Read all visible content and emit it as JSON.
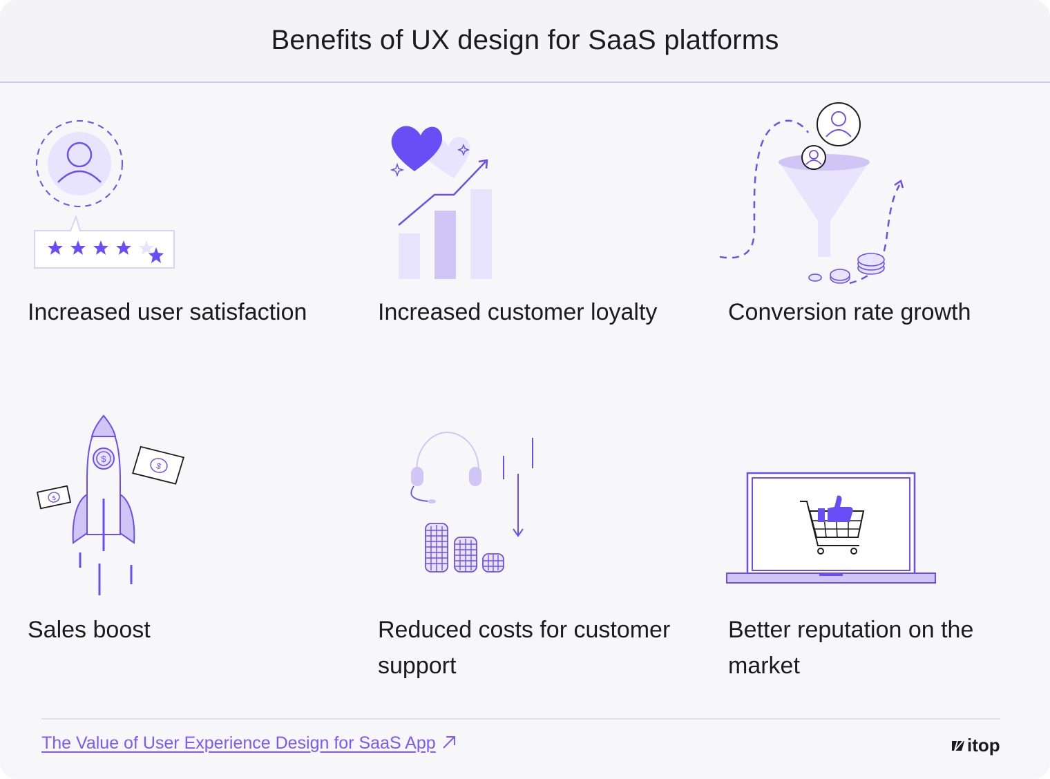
{
  "title": "Benefits of UX design for SaaS platforms",
  "benefits": [
    {
      "label": "Increased user satisfaction",
      "icon": "user-rating-icon"
    },
    {
      "label": "Increased customer loyalty",
      "icon": "heart-growth-chart-icon"
    },
    {
      "label": "Conversion rate growth",
      "icon": "funnel-conversion-icon"
    },
    {
      "label": "Sales boost",
      "icon": "rocket-money-icon"
    },
    {
      "label": "Reduced costs for customer support",
      "icon": "headset-coins-icon"
    },
    {
      "label": "Better reputation on the market",
      "icon": "laptop-cart-icon"
    }
  ],
  "footer": {
    "link_text": "The Value of User Experience Design for SaaS App",
    "logo_text": "itop"
  },
  "colors": {
    "accent": "#6a4ef5",
    "light_accent": "#e9e4fd",
    "mid_accent": "#cfc6f5",
    "text": "#1b1b1f",
    "background": "#f7f7f9"
  }
}
